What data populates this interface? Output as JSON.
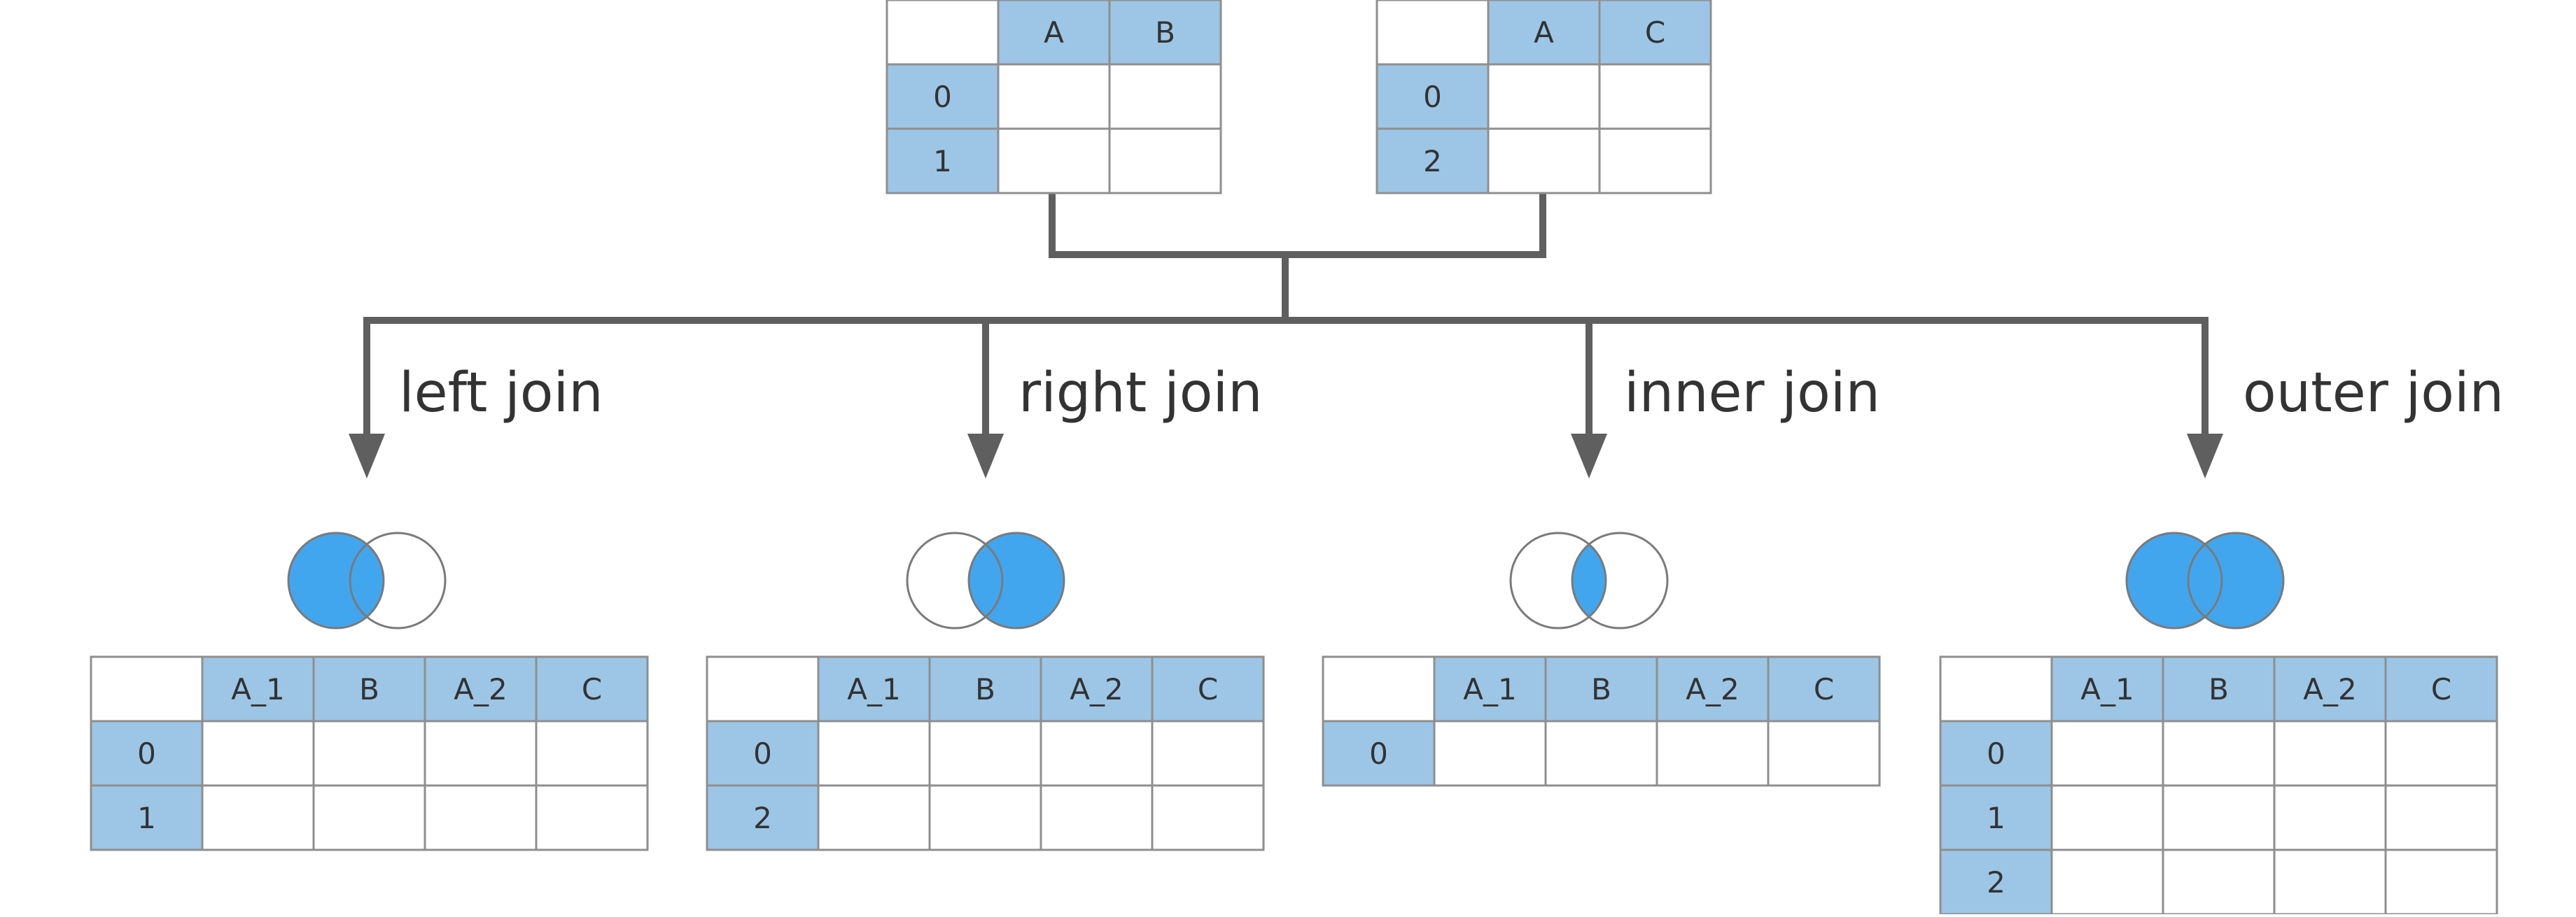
{
  "source_tables": [
    {
      "columns": [
        "A",
        "B"
      ],
      "index": [
        "0",
        "1"
      ]
    },
    {
      "columns": [
        "A",
        "C"
      ],
      "index": [
        "0",
        "2"
      ]
    }
  ],
  "joins": [
    {
      "label": "left join",
      "venn": "left",
      "result": {
        "columns": [
          "A_1",
          "B",
          "A_2",
          "C"
        ],
        "index": [
          "0",
          "1"
        ]
      }
    },
    {
      "label": "right join",
      "venn": "right",
      "result": {
        "columns": [
          "A_1",
          "B",
          "A_2",
          "C"
        ],
        "index": [
          "0",
          "2"
        ]
      }
    },
    {
      "label": "inner join",
      "venn": "inner",
      "result": {
        "columns": [
          "A_1",
          "B",
          "A_2",
          "C"
        ],
        "index": [
          "0"
        ]
      }
    },
    {
      "label": "outer join",
      "venn": "outer",
      "result": {
        "columns": [
          "A_1",
          "B",
          "A_2",
          "C"
        ],
        "index": [
          "0",
          "1",
          "2"
        ]
      }
    }
  ],
  "colors": {
    "header_fill": "#9dc6e6",
    "grid_line": "#8f8f8f",
    "connector": "#5f5f5f",
    "venn_fill": "#42a6ee",
    "venn_stroke": "#7a7a7a",
    "text": "#333333"
  }
}
